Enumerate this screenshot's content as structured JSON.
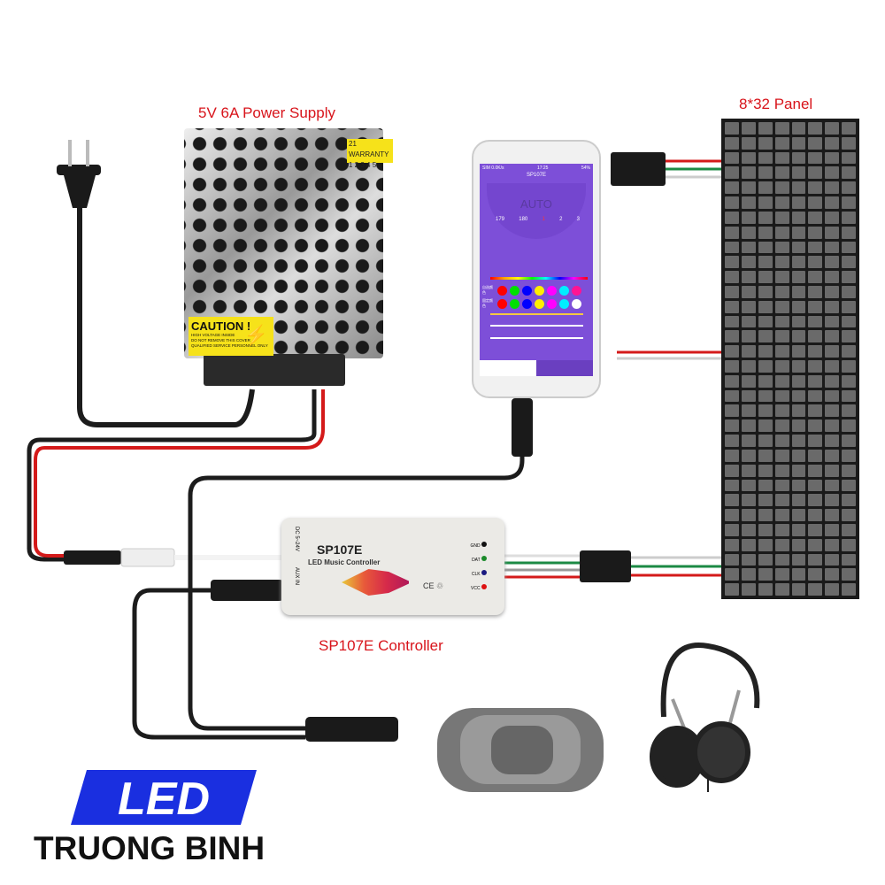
{
  "labels": {
    "power_supply": "5V 6A Power Supply",
    "panel": "8*32 Panel",
    "controller": "SP107E Controller"
  },
  "power_supply": {
    "warranty_top": "21  WARRANTY",
    "warranty_nums": "1 2 3 4 5",
    "caution_title": "CAUTION !",
    "caution_lines": [
      "HIGH VOLTAGE INSIDE",
      "DO NOT REMOVE THIS COVER",
      "QUALIFIED SERVICE PERSONNEL ONLY"
    ]
  },
  "phone": {
    "status_left": "SIM 0.0K/s",
    "status_time": "17:25",
    "status_right": "54%",
    "app_title": "SP107E",
    "mode": "AUTO",
    "dial": [
      "179",
      "180",
      "1",
      "2",
      "3"
    ],
    "row1_label": "自选颜色",
    "row2_label": "固定颜色",
    "row1_colors": [
      "#ff0000",
      "#00e000",
      "#0000ff",
      "#ffee00",
      "#ff00ff",
      "#00eeff",
      "#ff1493"
    ],
    "row2_colors": [
      "#ff0000",
      "#00e000",
      "#0000ff",
      "#ffee00",
      "#ff00ff",
      "#00eeff",
      "#ffffff"
    ]
  },
  "controller": {
    "model": "SP107E",
    "subtitle": "LED Music Controller",
    "dc": "DC 5~24V",
    "aux": "AUX IN",
    "pins": [
      {
        "name": "GND",
        "color": "#111111"
      },
      {
        "name": "DAT",
        "color": "#1a8a2a"
      },
      {
        "name": "CLK",
        "color": "#1a1a80"
      },
      {
        "name": "VCC",
        "color": "#dd1111"
      }
    ],
    "marks": "CE ♲"
  },
  "brand": {
    "logo": "LED",
    "name": "TRUONG BINH"
  },
  "colors": {
    "label": "#d8141b",
    "logo": "#1a2fe0"
  }
}
